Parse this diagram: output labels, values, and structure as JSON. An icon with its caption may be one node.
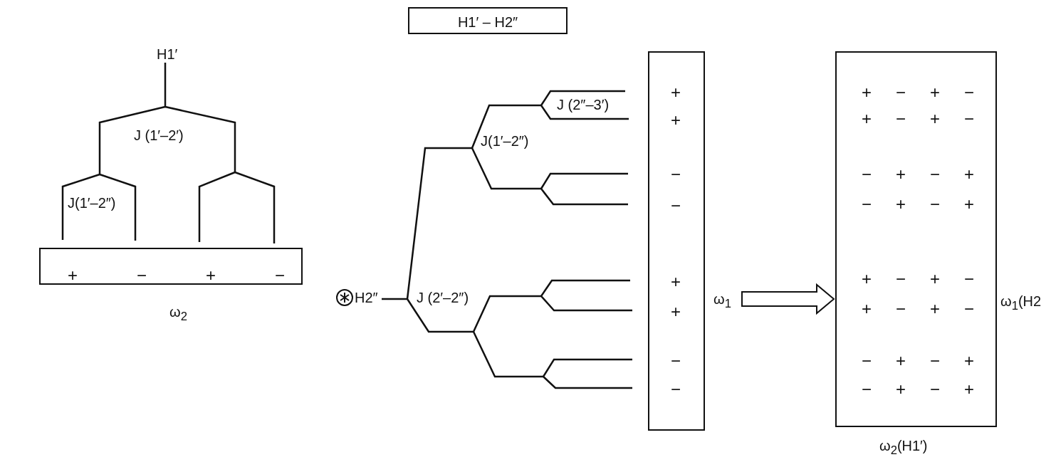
{
  "diagram": {
    "nodes": [
      {
        "text": [
          "H1′ – H2″"
        ]
      },
      {
        "text": [
          "+",
          "−",
          "+",
          "−"
        ],
        "beside": [
          "ω$_{2}$"
        ]
      },
      {
        "text": [
          "+",
          "+",
          "−",
          "−",
          "+",
          "+",
          "−",
          "−"
        ],
        "beside": [
          "ω$_{1}$"
        ]
      },
      {
        "text": [
          "+",
          "−",
          "+",
          "−",
          "+",
          "−",
          "+",
          "−",
          "−",
          "+",
          "−",
          "+",
          "−",
          "+",
          "−",
          "+",
          "+",
          "−",
          "+",
          "−",
          "+",
          "−",
          "+",
          "−",
          "−",
          "+",
          "−",
          "+",
          "−",
          "+",
          "−",
          "+"
        ],
        "beside": [
          "ω$_{1}$(H2",
          "ω$_{2}$(H1′)"
        ]
      }
    ],
    "edges": [
      {
        "from": 2,
        "to": 3,
        "arrow": "to"
      }
    ],
    "labels": [
      "H1′",
      "J (1′–2′)",
      "J(1′–2″)",
      "H2″",
      "J (2″–3′)",
      "J(1′–2″)",
      "J (2′–2″)"
    ]
  }
}
